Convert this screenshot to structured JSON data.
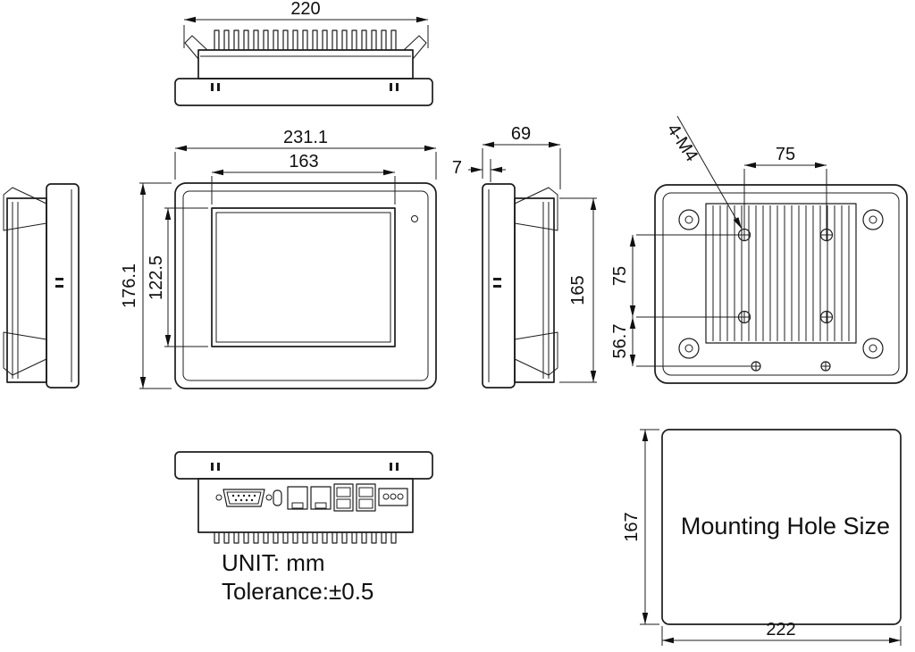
{
  "dims": {
    "top_width": "220",
    "front_width": "231.1",
    "screen_width": "163",
    "front_height": "176.1",
    "screen_height": "122.5",
    "depth_total": "69",
    "bezel_lip": "7",
    "body_height": "165",
    "vesa_label": "4-M4",
    "vesa_h": "75",
    "vesa_v": "75",
    "lower_offset": "56.7",
    "cutout_height": "167",
    "cutout_width": "222"
  },
  "labels": {
    "mounting": "Mounting Hole Size"
  },
  "notes": {
    "unit": "UNIT: mm",
    "tolerance": "Tolerance:±0.5"
  }
}
